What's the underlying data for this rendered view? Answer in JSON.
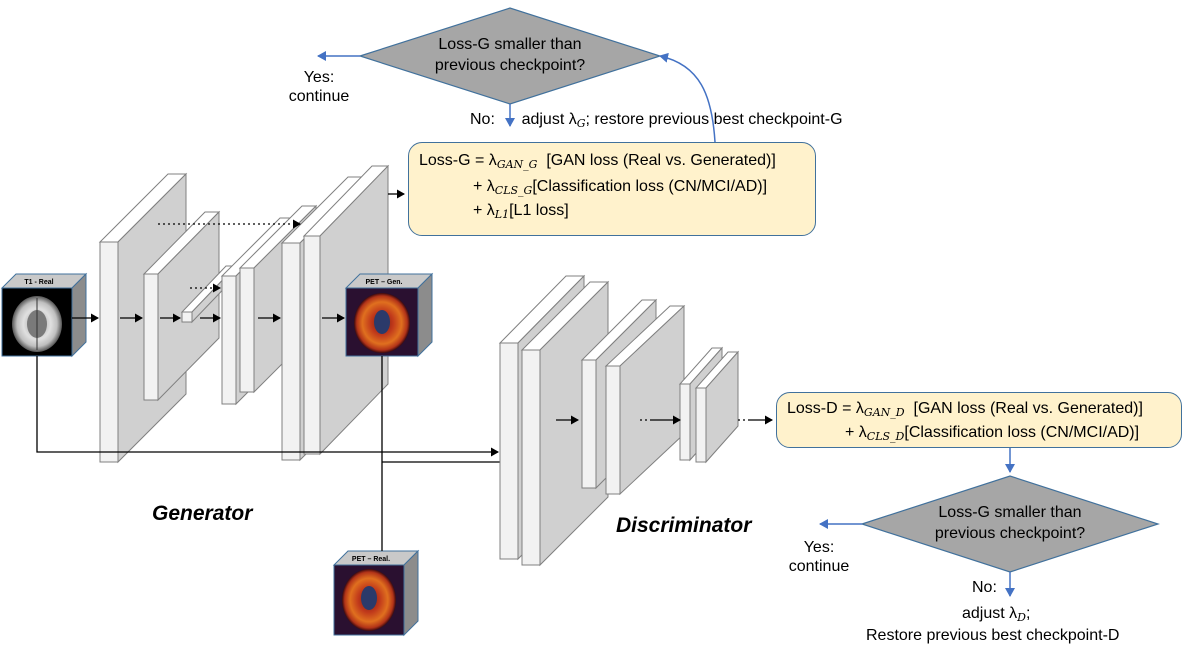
{
  "diagram": {
    "top_decision": {
      "line1": "Loss-G smaller than",
      "line2": "previous checkpoint?"
    },
    "top_yes": {
      "line1": "Yes:",
      "line2": "continue"
    },
    "top_no": {
      "prefix": "No:",
      "text_before": "adjust λ",
      "subscript": "G",
      "text_after": "; restore previous best checkpoint-G"
    },
    "loss_g": {
      "line1_prefix": "Loss-G = λ",
      "line1_sub": "GAN_G",
      "line1_text": "[GAN loss (Real vs. Generated)]",
      "line2_prefix": "+ λ",
      "line2_sub": "CLS_G",
      "line2_text": "[Classification loss (CN/MCI/AD)]",
      "line3_prefix": "+ λ",
      "line3_sub": "L1",
      "line3_text": "[L1 loss]"
    },
    "loss_d": {
      "line1_prefix": "Loss-D = λ",
      "line1_sub": "GAN_D",
      "line1_text": "[GAN loss (Real vs. Generated)]",
      "line2_prefix": "+ λ",
      "line2_sub": "CLS_D",
      "line2_text": "[Classification loss (CN/MCI/AD)]"
    },
    "bottom_decision": {
      "line1": "Loss-G smaller than",
      "line2": "previous checkpoint?"
    },
    "bottom_yes": {
      "line1": "Yes:",
      "line2": "continue"
    },
    "bottom_no": {
      "prefix": "No:",
      "line2_before": "adjust λ",
      "line2_sub": "D",
      "line2_after": ";",
      "line3": "Restore previous best checkpoint-D"
    },
    "generator_label": "Generator",
    "discriminator_label": "Discriminator",
    "images": {
      "t1_real": "T1 - Real",
      "pet_gen": "PET – Gen.",
      "pet_real": "PET – Real."
    },
    "colors": {
      "decision_fill": "#a6a6a6",
      "arrow_blue": "#4472c4",
      "loss_box_fill": "#fff2cc",
      "layer_face": "#f2f2f2",
      "layer_side": "#d0d0d0"
    }
  }
}
